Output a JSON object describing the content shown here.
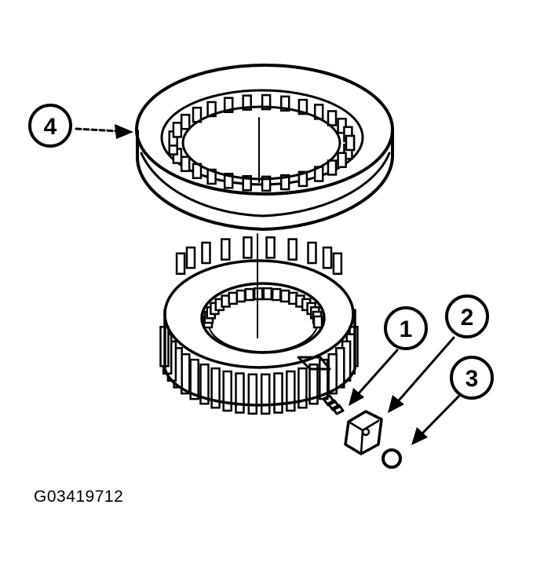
{
  "figure": {
    "id_label": "G03419712",
    "callouts": [
      {
        "number": "1",
        "part": "spring"
      },
      {
        "number": "2",
        "part": "insert"
      },
      {
        "number": "3",
        "part": "ball"
      },
      {
        "number": "4",
        "part": "sleeve"
      }
    ]
  },
  "colors": {
    "ink": "#000000",
    "background": "#ffffff"
  }
}
